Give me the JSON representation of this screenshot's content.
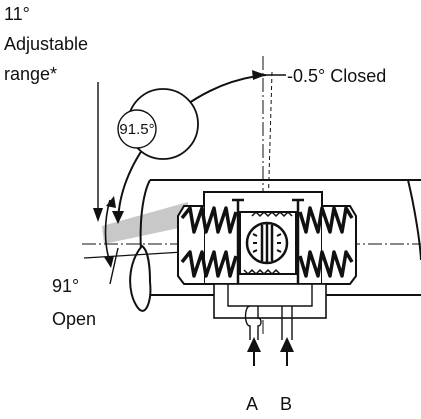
{
  "labels": {
    "adjustable_value": "11°",
    "adjustable_word": "Adjustable",
    "adjustable_range": "range*",
    "closed": "-0.5°  Closed",
    "open_value": "91°",
    "open_word": "Open",
    "circle_value": "91.5°",
    "port_a": "A",
    "port_b": "B"
  },
  "colors": {
    "line": "#111111",
    "shade": "#c8c8c8",
    "background": "#ffffff"
  }
}
